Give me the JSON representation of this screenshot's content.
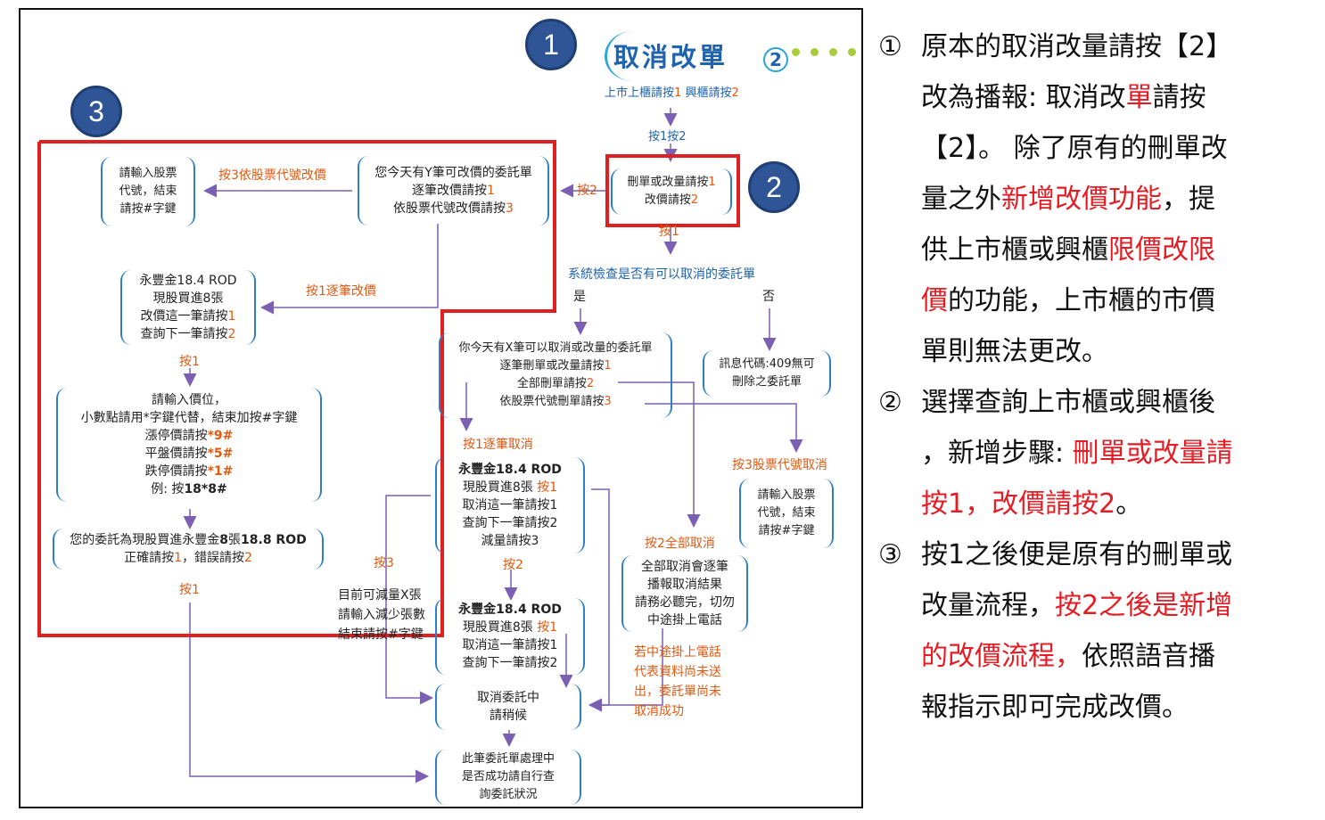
{
  "colors": {
    "accent_blue": "#2e7fc6",
    "label_orange": "#e2580f",
    "highlight_red": "#e02020",
    "badge_navy": "#2f5597"
  },
  "badges": {
    "b1": "1",
    "b2": "2",
    "b3": "3"
  },
  "header": {
    "title": "取消改單",
    "title_number": "2",
    "market_prefix": "上市上櫃請按",
    "market_key1": "1",
    "emerging_prefix": "興櫃請按",
    "emerging_key2": "2",
    "press1or2": "按1按2"
  },
  "boxes": {
    "delete_or_modify": {
      "l1a": "刪單或改量請按",
      "l1b": "1",
      "l2a": "改價請按",
      "l2b": "2"
    },
    "modify_price_options": {
      "l1": "您今天有Y筆可改價的委託單",
      "l2a": "逐筆改價請按",
      "l2b": "1",
      "l3a": "依股票代號改價請按",
      "l3b": "3"
    },
    "input_stock_left": {
      "l1": "請輸入股票",
      "l2": "代號，結束",
      "l3": "請按#字鍵"
    },
    "order_detail_left": {
      "l1": "永豐金18.4 ROD",
      "l2": "現股買進8張",
      "l3a": "改價這一筆請按",
      "l3b": "1",
      "l4a": "查詢下一筆請按",
      "l4b": "2"
    },
    "input_price": {
      "l1": "請輸入價位，",
      "l2": "小數點請用*字鍵代替，結束加按#字鍵",
      "l3a": "漲停價請按",
      "l3b": "*9#",
      "l4a": "平盤價請按",
      "l4b": "*5#",
      "l5a": "跌停價請按",
      "l5b": "*1#",
      "l6a": "例: 按",
      "l6b": "18*8#"
    },
    "confirm": {
      "l1a": "您的委託為現股買進永豐金",
      "l1b": "8",
      "l1c": "張",
      "l1d": "18.8 ROD",
      "l2a": "正確請按",
      "l2b": "1",
      "l2c": "，錯誤請按",
      "l2d": "2"
    },
    "cancel_options": {
      "l1": "你今天有X筆可以取消或改量的委託單",
      "l2a": "逐筆刪單或改量請按",
      "l2b": "1",
      "l3a": "全部刪單請按",
      "l3b": "2",
      "l4a": "依股票代號刪單請按",
      "l4b": "3"
    },
    "error_msg": {
      "l1": "訊息代碼:409無可",
      "l2": "刪除之委託單"
    },
    "input_stock_right": {
      "l1": "請輸入股票",
      "l2": "代號，結束",
      "l3": "請按#字鍵"
    },
    "order_cancel1": {
      "l1": "永豐金18.4 ROD",
      "l2": "現股買進8張",
      "l2k": "按1",
      "l3": "取消這一筆請按1",
      "l4": "查詢下一筆請按2",
      "l5": "減量請按3"
    },
    "order_cancel2": {
      "l1": "永豐金18.4 ROD",
      "l2": "現股買進8張",
      "l2k": "按1",
      "l3": "取消這一筆請按1",
      "l4": "查詢下一筆請按2"
    },
    "cancel_all": {
      "l1": "全部取消會逐筆",
      "l2": "播報取消結果",
      "l3": "請務必聽完，切勿",
      "l4": "中途掛上電話"
    },
    "canceling": {
      "l1": "取消委託中",
      "l2": "請稍候"
    },
    "processing": {
      "l1": "此筆委託單處理中",
      "l2": "是否成功請自行查",
      "l3": "詢委託狀況"
    }
  },
  "labels": {
    "press3_by_code_price": "按3依股票代號改價",
    "press2": "按2",
    "press1": "按1",
    "press1_each_price": "按1逐筆改價",
    "check_cancelable": "系統檢查是否有可以取消的委託單",
    "yes": "是",
    "no": "否",
    "press1_left": "按1",
    "press1_confirm": "按1",
    "press1_each_cancel": "按1逐筆取消",
    "press3_by_code_cancel": "按3股票代號取消",
    "press2_all_cancel": "按2全部取消",
    "press3_reduce": "按3",
    "reduce_text": [
      "目前可減量X張",
      "請輸入減少張數",
      "結束請按#字鍵"
    ],
    "press2_mid": "按2",
    "warning": [
      "若中途掛上電話",
      "代表資料尚未送",
      "出，委託單尚未",
      "取消成功"
    ]
  },
  "side_notes": {
    "n1_num": "①",
    "n1_lines": [
      "原本的取消改量請按【2】",
      "改為播報: 取消改",
      "單",
      "請按",
      "【2】。 除了原有的刪單改",
      "量之外",
      "新增改價功能",
      "，提",
      "供上市櫃或興櫃",
      "限價改限",
      "價",
      "的功能，上市櫃的市價",
      "單則無法更改。"
    ],
    "n2_num": "②",
    "n2_lines": [
      "選擇查詢上市櫃或興櫃後",
      "，新增步驟: ",
      "刪單或改量請",
      "按1，改價請按2",
      "。"
    ],
    "n3_num": "③",
    "n3_lines": [
      "按1之後便是原有的刪單或",
      "改量流程，",
      "按2之後是新增",
      "的改價流程，",
      "依照語音播",
      "報指示即可完成改價。"
    ]
  }
}
